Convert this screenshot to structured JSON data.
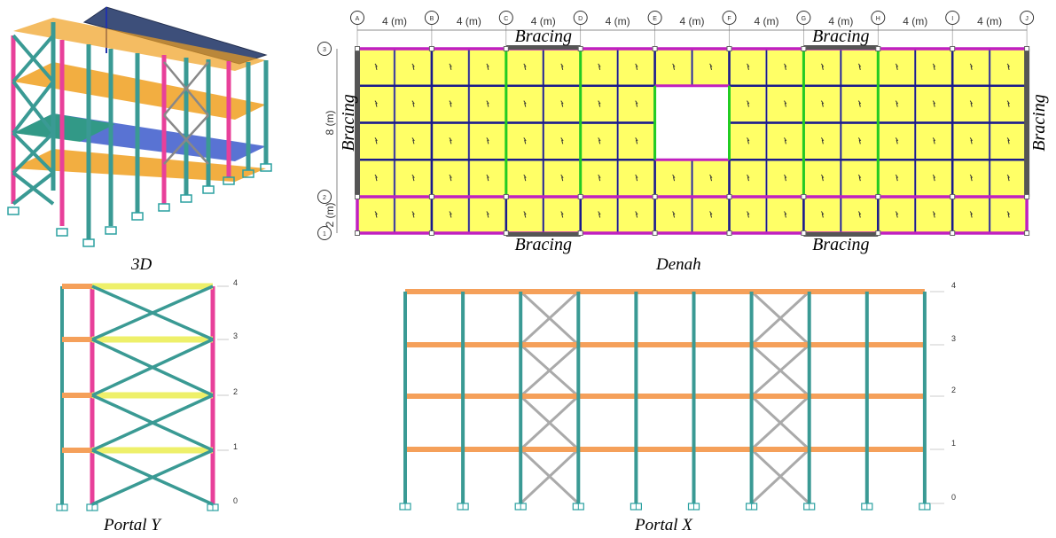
{
  "captions": {
    "three_d": "3D",
    "plan": "Denah",
    "portal_y": "Portal Y",
    "portal_x": "Portal X"
  },
  "plan": {
    "grid_x": [
      "A",
      "B",
      "C",
      "D",
      "E",
      "F",
      "G",
      "H",
      "I",
      "J"
    ],
    "grid_y": [
      "3",
      "2",
      "1"
    ],
    "span_label": "4 (m)",
    "depth_label": "8 (m)",
    "short_depth_label": "2 (m)",
    "bracing_label": "Bracing",
    "void": {
      "cols": [
        8,
        9
      ],
      "rows": [
        1,
        2
      ]
    }
  },
  "portal_y": {
    "levels": [
      "4",
      "3",
      "2",
      "1",
      "0"
    ]
  },
  "portal_x": {
    "levels": [
      "4",
      "3",
      "2",
      "1",
      "0"
    ]
  },
  "colors": {
    "slab": "#ffff66",
    "beam_main": "#1a1a8c",
    "beam_edge": "#c020c0",
    "beam_green": "#22cc22",
    "column_teal": "#3a9a94",
    "column_pink": "#e8409a",
    "beam_orange": "#f5a05a",
    "beam_yellow": "#eef06a",
    "brace_grey": "#aaaaaa"
  }
}
